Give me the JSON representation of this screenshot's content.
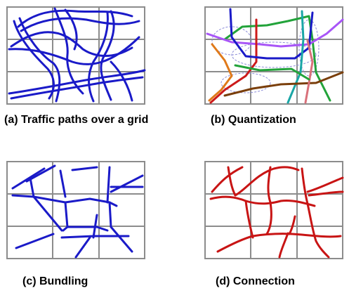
{
  "captions": {
    "a": "(a) Traffic paths over a grid",
    "b": "(b) Quantization",
    "c": "(c) Bundling",
    "d": "(d) Connection"
  },
  "colors": {
    "grid": "#8c8c8c",
    "paths": "#1a1ac8",
    "connection": "#c81414",
    "quantization": [
      "#1a1ac8",
      "#22a33a",
      "#cc1a1a",
      "#a855f7",
      "#1aa6a6",
      "#e07a1a",
      "#7a3e0a",
      "#d9707a"
    ],
    "cluster_outline": "#8c8cd9"
  }
}
